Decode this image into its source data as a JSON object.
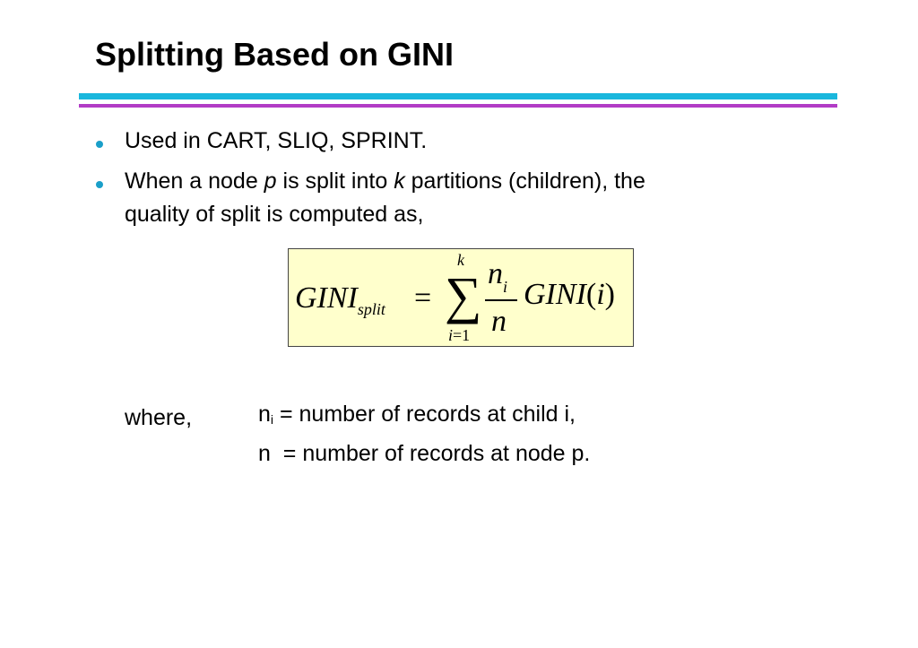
{
  "slide": {
    "title": "Splitting Based on GINI",
    "bullets": [
      {
        "text": "Used in CART, SLIQ, SPRINT."
      },
      {
        "pre": "When a node ",
        "var_p": "p",
        "mid": " is split into ",
        "var_k": "k",
        "post": " partitions (children), the",
        "line2": "quality of split is computed as,"
      }
    ],
    "formula": {
      "lhs_main": "GINI",
      "lhs_sub": "split",
      "equals": "=",
      "sum_symbol": "∑",
      "sum_upper": "k",
      "sum_lower_var": "i",
      "sum_lower_rest": "=1",
      "frac_num": "n",
      "frac_num_sub": "i",
      "frac_den": "n",
      "rhs_func": "GINI",
      "rhs_open": "(",
      "rhs_arg": "i",
      "rhs_close": ")"
    },
    "where": {
      "label": "where,",
      "defs": [
        {
          "sym": "n",
          "sub": "i",
          "text": " = number of records at child i,"
        },
        {
          "sym": "n",
          "sub": "",
          "text": "  = number of records at node p."
        }
      ]
    },
    "colors": {
      "rule_top": "#1ab7dd",
      "rule_bottom": "#b23cc6",
      "bullet": "#1a9fc9",
      "formula_bg": "#ffffcc"
    }
  }
}
